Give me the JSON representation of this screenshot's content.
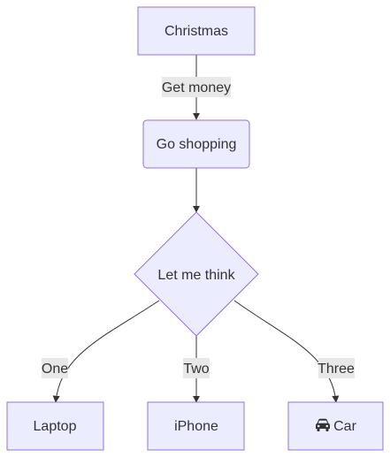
{
  "diagram": {
    "nodes": {
      "christmas": {
        "label": "Christmas"
      },
      "shopping": {
        "label": "Go shopping"
      },
      "decision": {
        "label": "Let me think"
      },
      "laptop": {
        "label": "Laptop"
      },
      "iphone": {
        "label": "iPhone"
      },
      "car": {
        "label": "Car",
        "icon": "car-icon"
      }
    },
    "edges": {
      "christmas_to_shopping": {
        "label": "Get money"
      },
      "shopping_to_decision": {
        "label": ""
      },
      "decision_to_laptop": {
        "label": "One"
      },
      "decision_to_iphone": {
        "label": "Two"
      },
      "decision_to_car": {
        "label": "Three"
      }
    },
    "colors": {
      "node_fill": "#ececff",
      "node_stroke": "#9370db",
      "edge": "#333333",
      "label_bg": "#e8e8e8"
    }
  }
}
